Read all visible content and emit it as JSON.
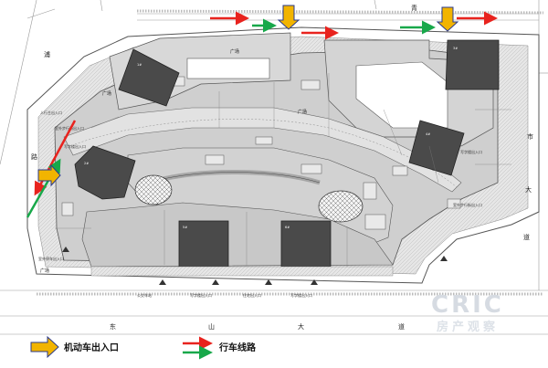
{
  "roads": {
    "west": [
      "浦",
      "路"
    ],
    "east": [
      "市",
      "大",
      "道"
    ],
    "south": [
      "东",
      "山",
      "大",
      "道"
    ],
    "north": [
      "青"
    ]
  },
  "plaza_labels": {
    "west": "广场",
    "center": "广场",
    "north": "广场",
    "southwest": "广场"
  },
  "entrance_labels": {
    "west_main": "人行主出入口",
    "south_1": "公交车站",
    "south_2": "写字楼出入口",
    "south_3": "住宅出入口",
    "south_4": "写字楼出入口",
    "east_1": "室外步行街出入口",
    "east_2": "写字楼出入口",
    "west_2": "室外步行街出入口",
    "west_3": "写字楼出入口",
    "southwest": "室外停车出入口"
  },
  "legend": {
    "entrance": "机动车出入口",
    "route": "行车线路"
  },
  "watermark": {
    "line1": "CRIC",
    "line2": "房产观察"
  },
  "colors": {
    "arrow_yellow": "#f2b400",
    "arrow_outline": "#2a3a8c",
    "route_red": "#e8231e",
    "route_green": "#18a84a",
    "building": "#4a4a4a",
    "ground": "#cfcfcf"
  }
}
